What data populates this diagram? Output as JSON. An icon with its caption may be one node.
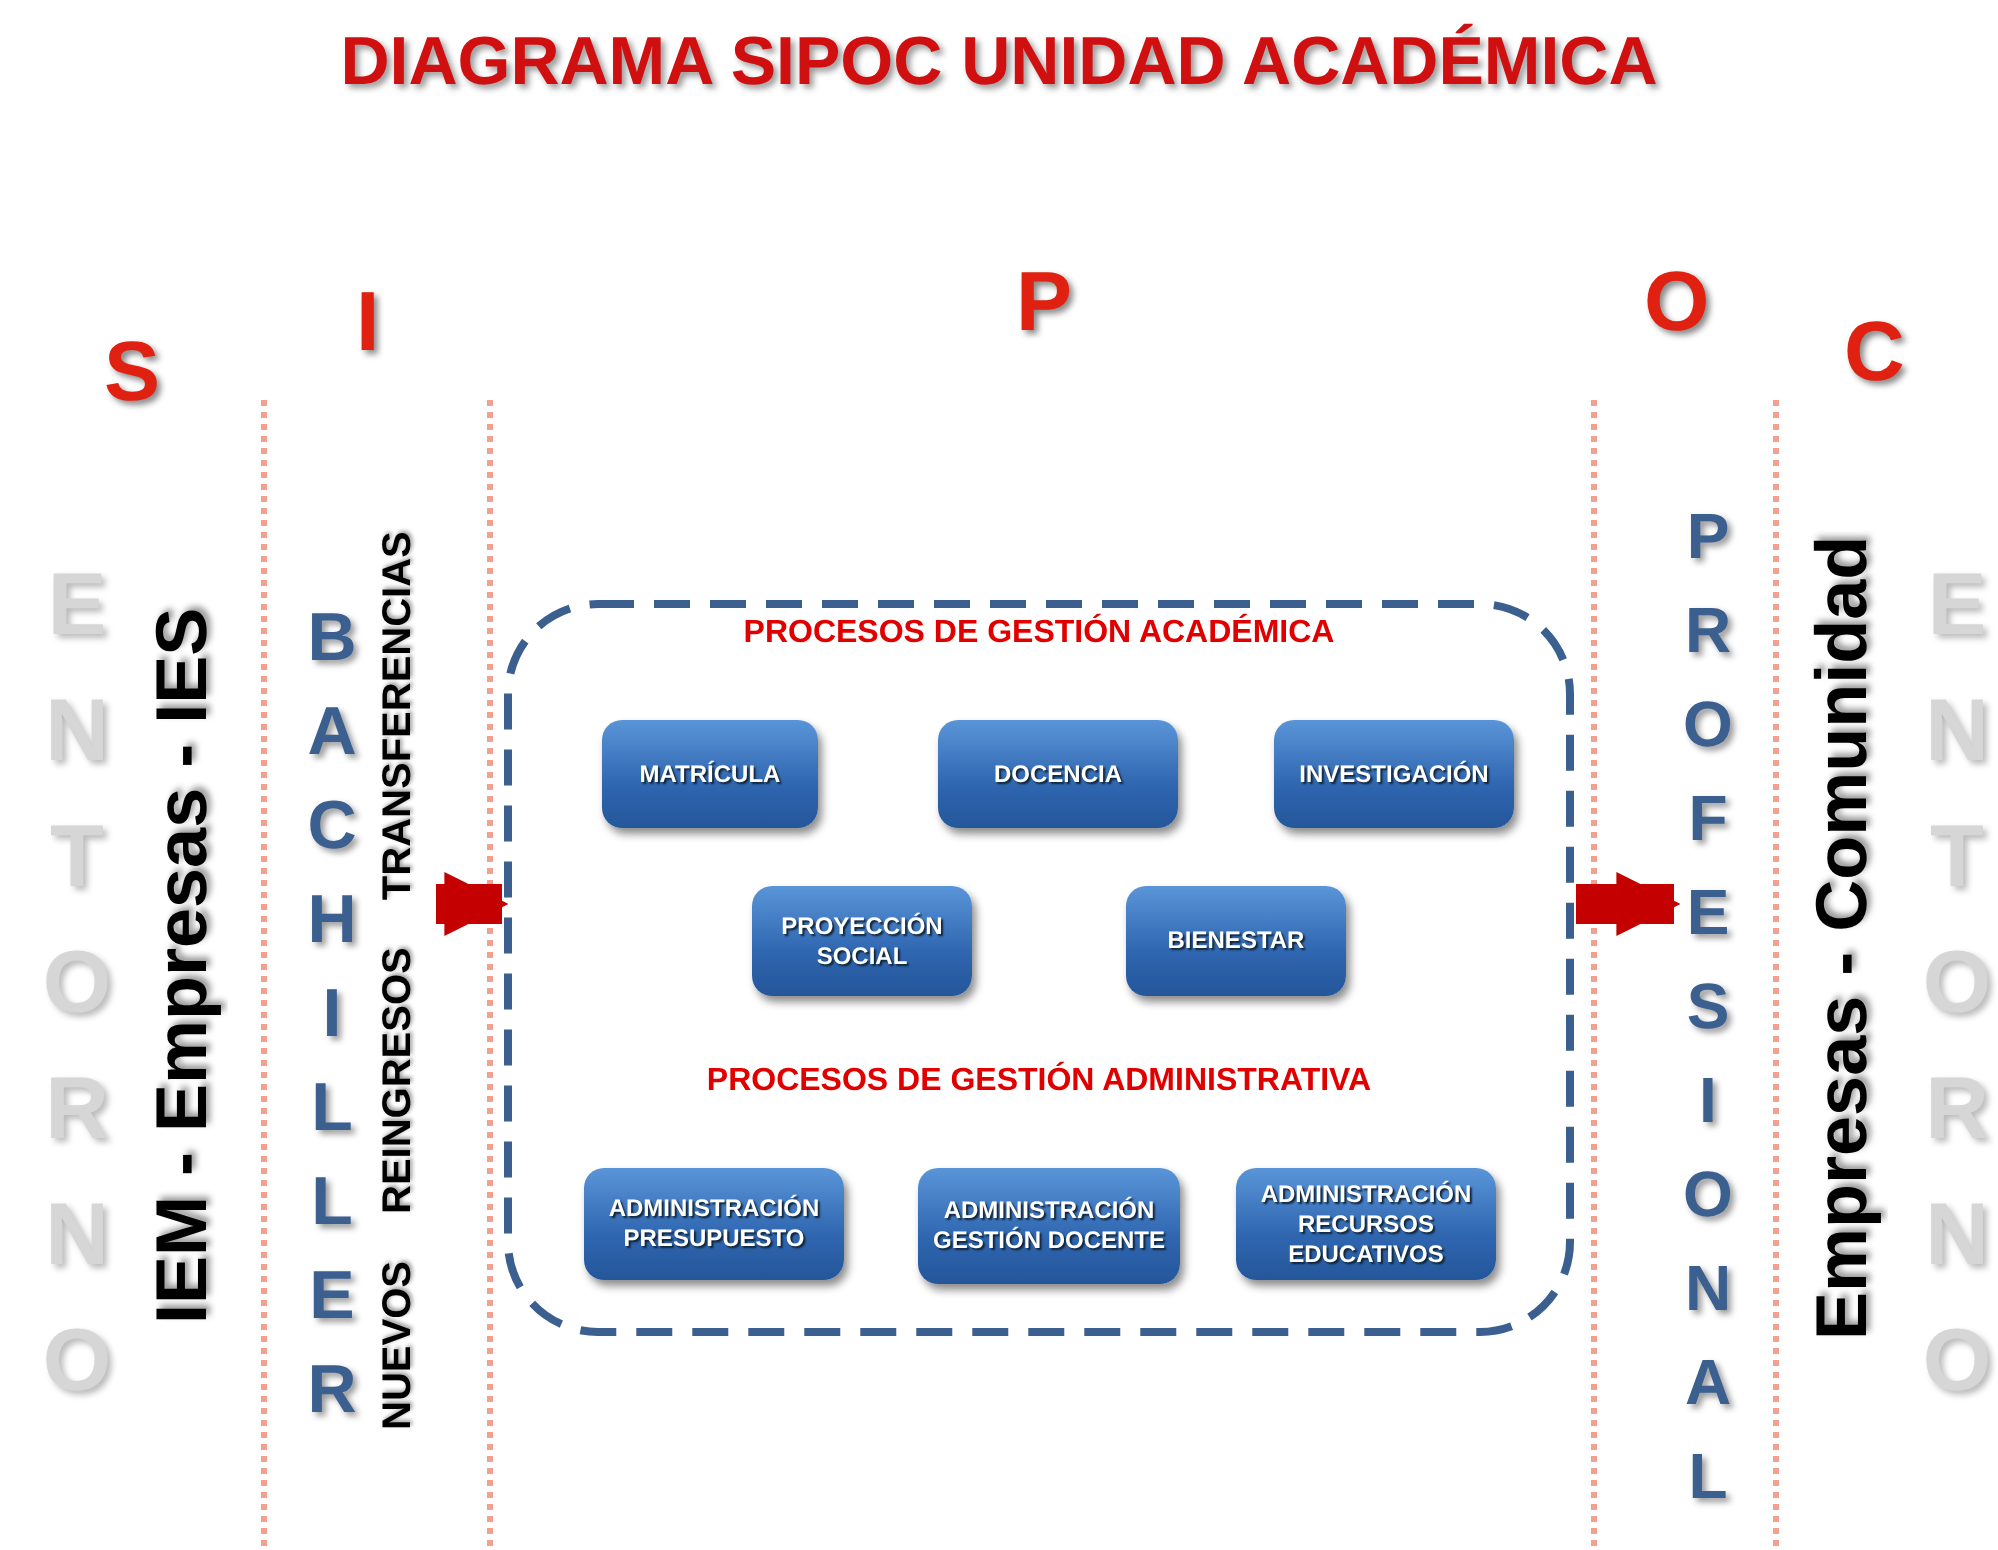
{
  "diagram": {
    "title": "DIAGRAMA SIPOC UNIDAD ACADÉMICA",
    "nodes": [
      {
        "text": [
          "BACHILLER",
          "NUEVOS REINGRESOS TRANSFERENCIAS"
        ]
      },
      {
        "text": [
          "PROCESOS DE GESTIÓN ACADÉMICA",
          "PROCESOS DE GESTIÓN ADMINISTRATIVA"
        ]
      },
      {
        "text": [
          "MATRÍCULA"
        ],
        "in": 1
      },
      {
        "text": [
          "DOCENCIA"
        ],
        "in": 1
      },
      {
        "text": [
          "INVESTIGACIÓN"
        ],
        "in": 1
      },
      {
        "text": [
          "PROYECCIÓN SOCIAL"
        ],
        "in": 1
      },
      {
        "text": [
          "BIENESTAR"
        ],
        "in": 1
      },
      {
        "text": [
          "ADMINISTRACIÓN PRESUPUESTO"
        ],
        "in": 1
      },
      {
        "text": [
          "ADMINISTRACIÓN GESTIÓN DOCENTE"
        ],
        "in": 1
      },
      {
        "text": [
          "ADMINISTRACIÓN RECURSOS EDUCATIVOS"
        ],
        "in": 1
      },
      {
        "text": [
          "PROFESIONAL"
        ]
      }
    ],
    "edges": [
      {
        "from": 0,
        "to": 1,
        "arrow": "to"
      },
      {
        "from": 1,
        "to": 10,
        "arrow": "to"
      }
    ],
    "labels": [
      "S",
      "I",
      "P",
      "O",
      "C",
      "ENTORNO",
      "IEM - Empresas - IES",
      "Empresas - Comunidad",
      "ENTORNO"
    ]
  }
}
